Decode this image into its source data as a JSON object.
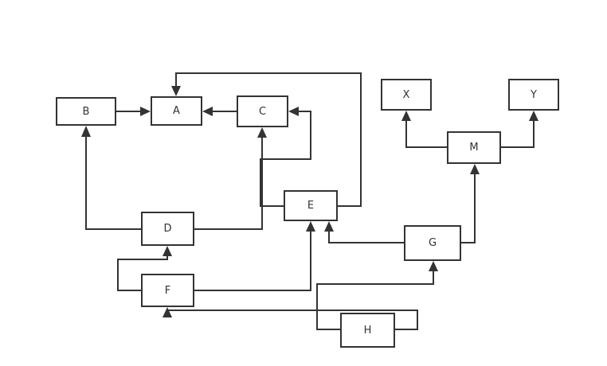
{
  "diagram": {
    "nodes": {
      "A": "A",
      "B": "B",
      "C": "C",
      "D": "D",
      "E": "E",
      "F": "F",
      "G": "G",
      "H": "H",
      "M": "M",
      "X": "X",
      "Y": "Y"
    },
    "edges": [
      {
        "from": "B",
        "to": "A"
      },
      {
        "from": "C",
        "to": "A"
      },
      {
        "from": "E",
        "to": "A"
      },
      {
        "from": "E",
        "to": "C"
      },
      {
        "from": "D",
        "to": "B"
      },
      {
        "from": "D",
        "to": "C"
      },
      {
        "from": "F",
        "to": "D"
      },
      {
        "from": "F",
        "to": "E"
      },
      {
        "from": "G",
        "to": "E"
      },
      {
        "from": "G",
        "to": "M"
      },
      {
        "from": "M",
        "to": "X"
      },
      {
        "from": "M",
        "to": "Y"
      },
      {
        "from": "H",
        "to": "G"
      },
      {
        "from": "H",
        "to": "F"
      }
    ],
    "colors": {
      "stroke": "#333333",
      "background": "#ffffff"
    }
  }
}
